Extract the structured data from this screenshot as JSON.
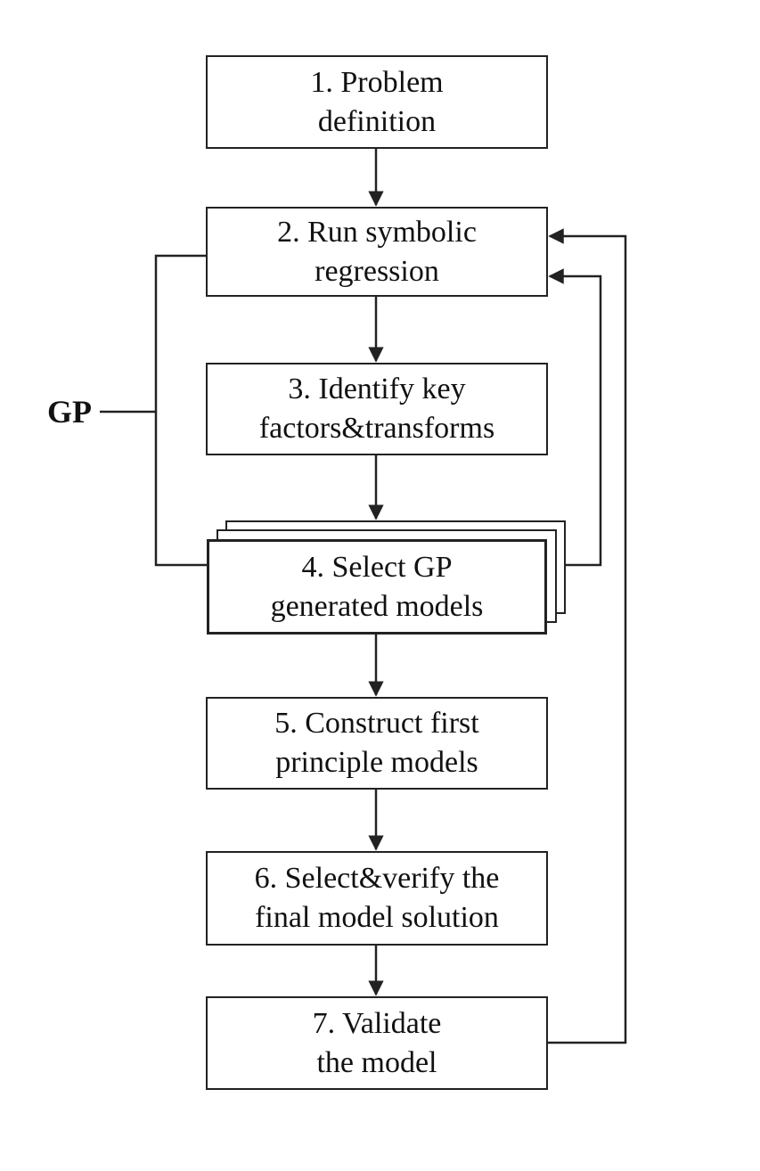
{
  "diagram": {
    "steps": [
      {
        "line1": "1. Problem",
        "line2": "definition"
      },
      {
        "line1": "2. Run symbolic",
        "line2": "regression"
      },
      {
        "line1": "3. Identify key",
        "line2": "factors&transforms"
      },
      {
        "line1": "4. Select GP",
        "line2": "generated models"
      },
      {
        "line1": "5. Construct first",
        "line2": "principle models"
      },
      {
        "line1": "6. Select&verify the",
        "line2": "final model solution"
      },
      {
        "line1": "7. Validate",
        "line2": "the model"
      }
    ],
    "group_label": "GP"
  }
}
